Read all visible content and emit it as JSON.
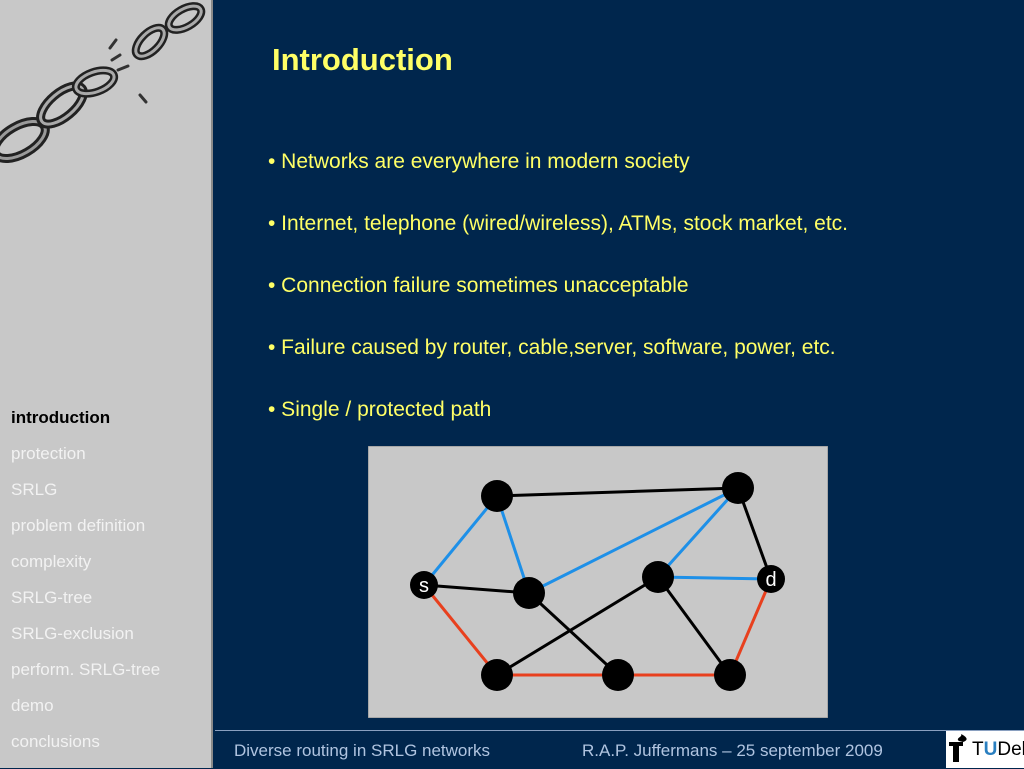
{
  "slide": {
    "title": "Introduction",
    "bullets": [
      "• Networks are everywhere in modern society",
      "• Internet, telephone (wired/wireless), ATMs, stock market, etc.",
      "• Connection failure sometimes unacceptable",
      "• Failure caused by router, cable,server, software, power, etc.",
      "• Single / protected path"
    ]
  },
  "sidebar": {
    "items": [
      {
        "label": "introduction",
        "active": true
      },
      {
        "label": "protection",
        "active": false
      },
      {
        "label": "SRLG",
        "active": false
      },
      {
        "label": "problem definition",
        "active": false
      },
      {
        "label": "complexity",
        "active": false
      },
      {
        "label": "SRLG-tree",
        "active": false
      },
      {
        "label": "SRLG-exclusion",
        "active": false
      },
      {
        "label": "perform. SRLG-tree",
        "active": false
      },
      {
        "label": "demo",
        "active": false
      },
      {
        "label": "conclusions",
        "active": false
      }
    ]
  },
  "diagram": {
    "source_label": "s",
    "dest_label": "d",
    "colors": {
      "blue_path": "#1e90e8",
      "red_path": "#e8401e",
      "other_link": "#000000",
      "node": "#000000",
      "background": "#c8c8c8"
    }
  },
  "footer": {
    "left": "Diverse routing in SRLG networks",
    "right": "R.A.P. Juffermans – 25 september 2009"
  },
  "logo": {
    "prefix": "T",
    "u": "U",
    "suffix": "Delft"
  },
  "icons": {
    "chain": "broken-chain-icon",
    "logo": "tu-delft-flame-icon"
  }
}
